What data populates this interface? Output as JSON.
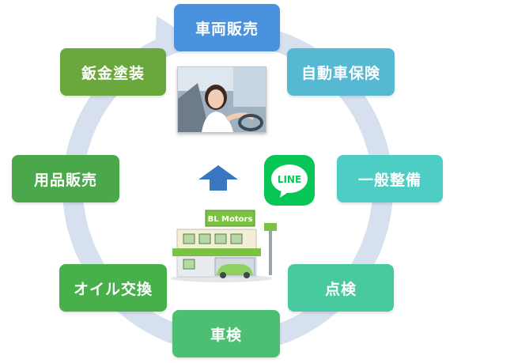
{
  "diagram": {
    "nodes": {
      "top": "車両販売",
      "top_right": "自動車保険",
      "right": "一般整備",
      "bottom_right": "点検",
      "bottom": "車検",
      "bottom_left": "オイル交換",
      "left": "用品販売",
      "top_left": "鈑金塗装"
    },
    "center": {
      "line_logo_text": "LINE",
      "building_sign": "BL Motors"
    }
  },
  "colors": {
    "ring": "#d6e0ef",
    "top": "#4a92dd",
    "top_right": "#56b9d4",
    "right": "#4ecdc4",
    "bottom_right": "#48c9a0",
    "bottom": "#4cbf72",
    "bottom_left": "#47b04a",
    "left": "#4aa84a",
    "top_left": "#6aa83e",
    "arrow": "#3a77c2",
    "line": "#06c755"
  }
}
